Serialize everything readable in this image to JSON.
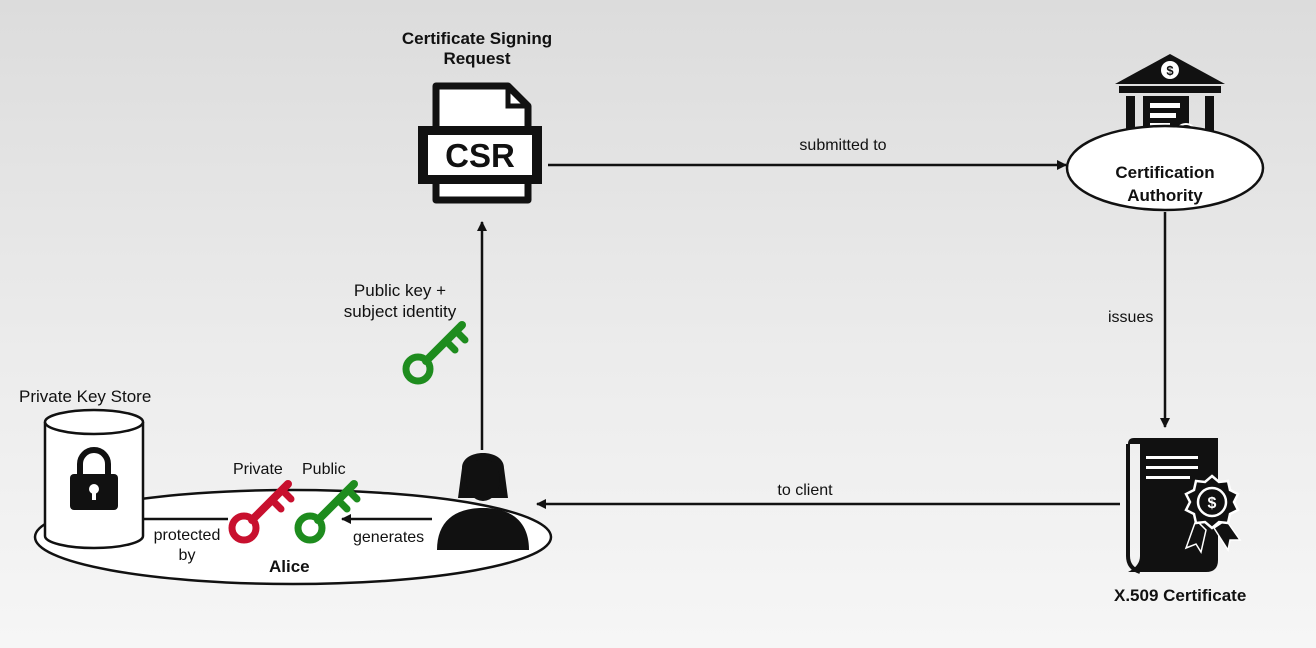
{
  "nodes": {
    "csr": {
      "title_line1": "Certificate Signing",
      "title_line2": "Request",
      "icon_text": "CSR",
      "icon": "csr-document-icon"
    },
    "ca": {
      "label_line1": "Certification",
      "label_line2": "Authority",
      "icon": "bank-building-icon"
    },
    "certificate": {
      "label": "X.509 Certificate",
      "icon": "certificate-icon"
    },
    "alice": {
      "label": "Alice",
      "icon": "person-icon"
    },
    "keystore": {
      "label": "Private Key Store",
      "icon": "lock-icon"
    },
    "keys": {
      "private_label": "Private",
      "public_label": "Public",
      "private_color": "#c8102e",
      "public_color": "#1e8c1e"
    }
  },
  "edges": {
    "submitted": "submitted to",
    "issues": "issues",
    "to_client": "to client",
    "public_key_line1": "Public key +",
    "public_key_line2": "subject identity",
    "generates": "generates",
    "protected_line1": "protected",
    "protected_line2": "by"
  }
}
